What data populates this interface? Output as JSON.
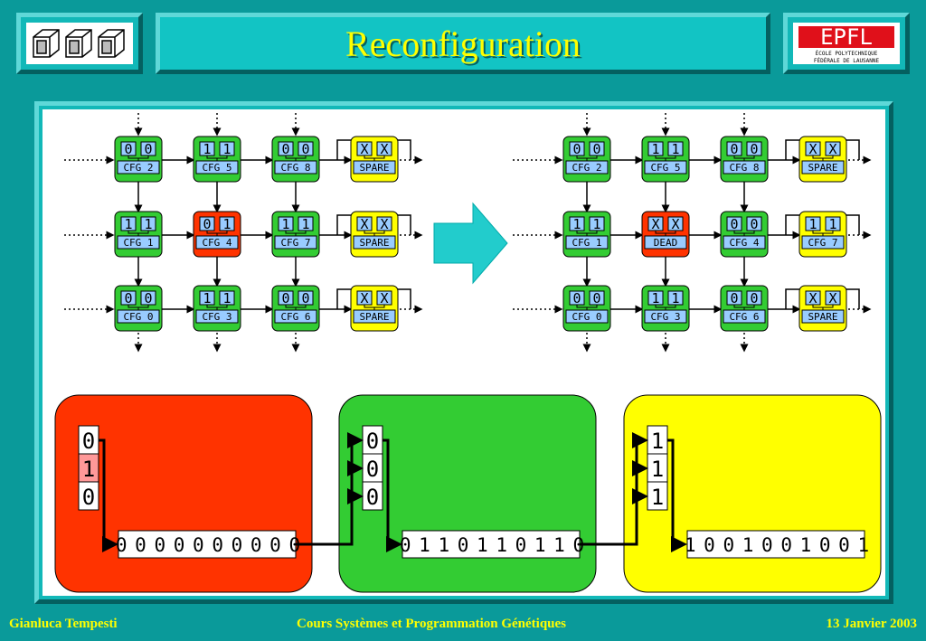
{
  "title": "Reconfiguration",
  "epfl": {
    "mark": "EPFL",
    "line1": "ÉCOLE POLYTECHNIQUE",
    "line2": "FÉDÉRALE DE LAUSANNE"
  },
  "footer": {
    "author": "Gianluca Tempesti",
    "course": "Cours  Systèmes et Programmation Génétiques",
    "date": "13 Janvier 2003"
  },
  "colors": {
    "ok": "#33cc33",
    "faulty": "#ff3300",
    "spare": "#ffff00",
    "bit": "#99ccff",
    "bg": "#0a9a9a"
  },
  "icons": [
    "cube-logo-icon",
    "arrow-right-icon"
  ],
  "grid_before": [
    [
      {
        "bits": [
          "0",
          "0"
        ],
        "label": "CFG 2",
        "state": "ok"
      },
      {
        "bits": [
          "1",
          "1"
        ],
        "label": "CFG 5",
        "state": "ok"
      },
      {
        "bits": [
          "0",
          "0"
        ],
        "label": "CFG 8",
        "state": "ok"
      },
      {
        "bits": [
          "X",
          "X"
        ],
        "label": "SPARE",
        "state": "spare"
      }
    ],
    [
      {
        "bits": [
          "1",
          "1"
        ],
        "label": "CFG 1",
        "state": "ok"
      },
      {
        "bits": [
          "0",
          "1"
        ],
        "label": "CFG 4",
        "state": "faulty"
      },
      {
        "bits": [
          "1",
          "1"
        ],
        "label": "CFG 7",
        "state": "ok"
      },
      {
        "bits": [
          "X",
          "X"
        ],
        "label": "SPARE",
        "state": "spare"
      }
    ],
    [
      {
        "bits": [
          "0",
          "0"
        ],
        "label": "CFG 0",
        "state": "ok"
      },
      {
        "bits": [
          "1",
          "1"
        ],
        "label": "CFG 3",
        "state": "ok"
      },
      {
        "bits": [
          "0",
          "0"
        ],
        "label": "CFG 6",
        "state": "ok"
      },
      {
        "bits": [
          "X",
          "X"
        ],
        "label": "SPARE",
        "state": "spare"
      }
    ]
  ],
  "grid_after": [
    [
      {
        "bits": [
          "0",
          "0"
        ],
        "label": "CFG 2",
        "state": "ok"
      },
      {
        "bits": [
          "1",
          "1"
        ],
        "label": "CFG 5",
        "state": "ok"
      },
      {
        "bits": [
          "0",
          "0"
        ],
        "label": "CFG 8",
        "state": "ok"
      },
      {
        "bits": [
          "X",
          "X"
        ],
        "label": "SPARE",
        "state": "spare"
      }
    ],
    [
      {
        "bits": [
          "1",
          "1"
        ],
        "label": "CFG 1",
        "state": "ok"
      },
      {
        "bits": [
          "X",
          "X"
        ],
        "label": "DEAD",
        "state": "faulty"
      },
      {
        "bits": [
          "0",
          "0"
        ],
        "label": "CFG 4",
        "state": "ok"
      },
      {
        "bits": [
          "1",
          "1"
        ],
        "label": "CFG 7",
        "state": "spare"
      }
    ],
    [
      {
        "bits": [
          "0",
          "0"
        ],
        "label": "CFG 0",
        "state": "ok"
      },
      {
        "bits": [
          "1",
          "1"
        ],
        "label": "CFG 3",
        "state": "ok"
      },
      {
        "bits": [
          "0",
          "0"
        ],
        "label": "CFG 6",
        "state": "ok"
      },
      {
        "bits": [
          "X",
          "X"
        ],
        "label": "SPARE",
        "state": "spare"
      }
    ]
  ],
  "registers": [
    {
      "color": "#ff3300",
      "stack": [
        "0",
        "1",
        "0"
      ],
      "highlight": [
        1
      ],
      "value": "0000000000"
    },
    {
      "color": "#33cc33",
      "stack": [
        "0",
        "0",
        "0"
      ],
      "highlight": [],
      "value": "0110110110"
    },
    {
      "color": "#ffff00",
      "stack": [
        "1",
        "1",
        "1"
      ],
      "highlight": [],
      "value": "1001001001"
    }
  ]
}
